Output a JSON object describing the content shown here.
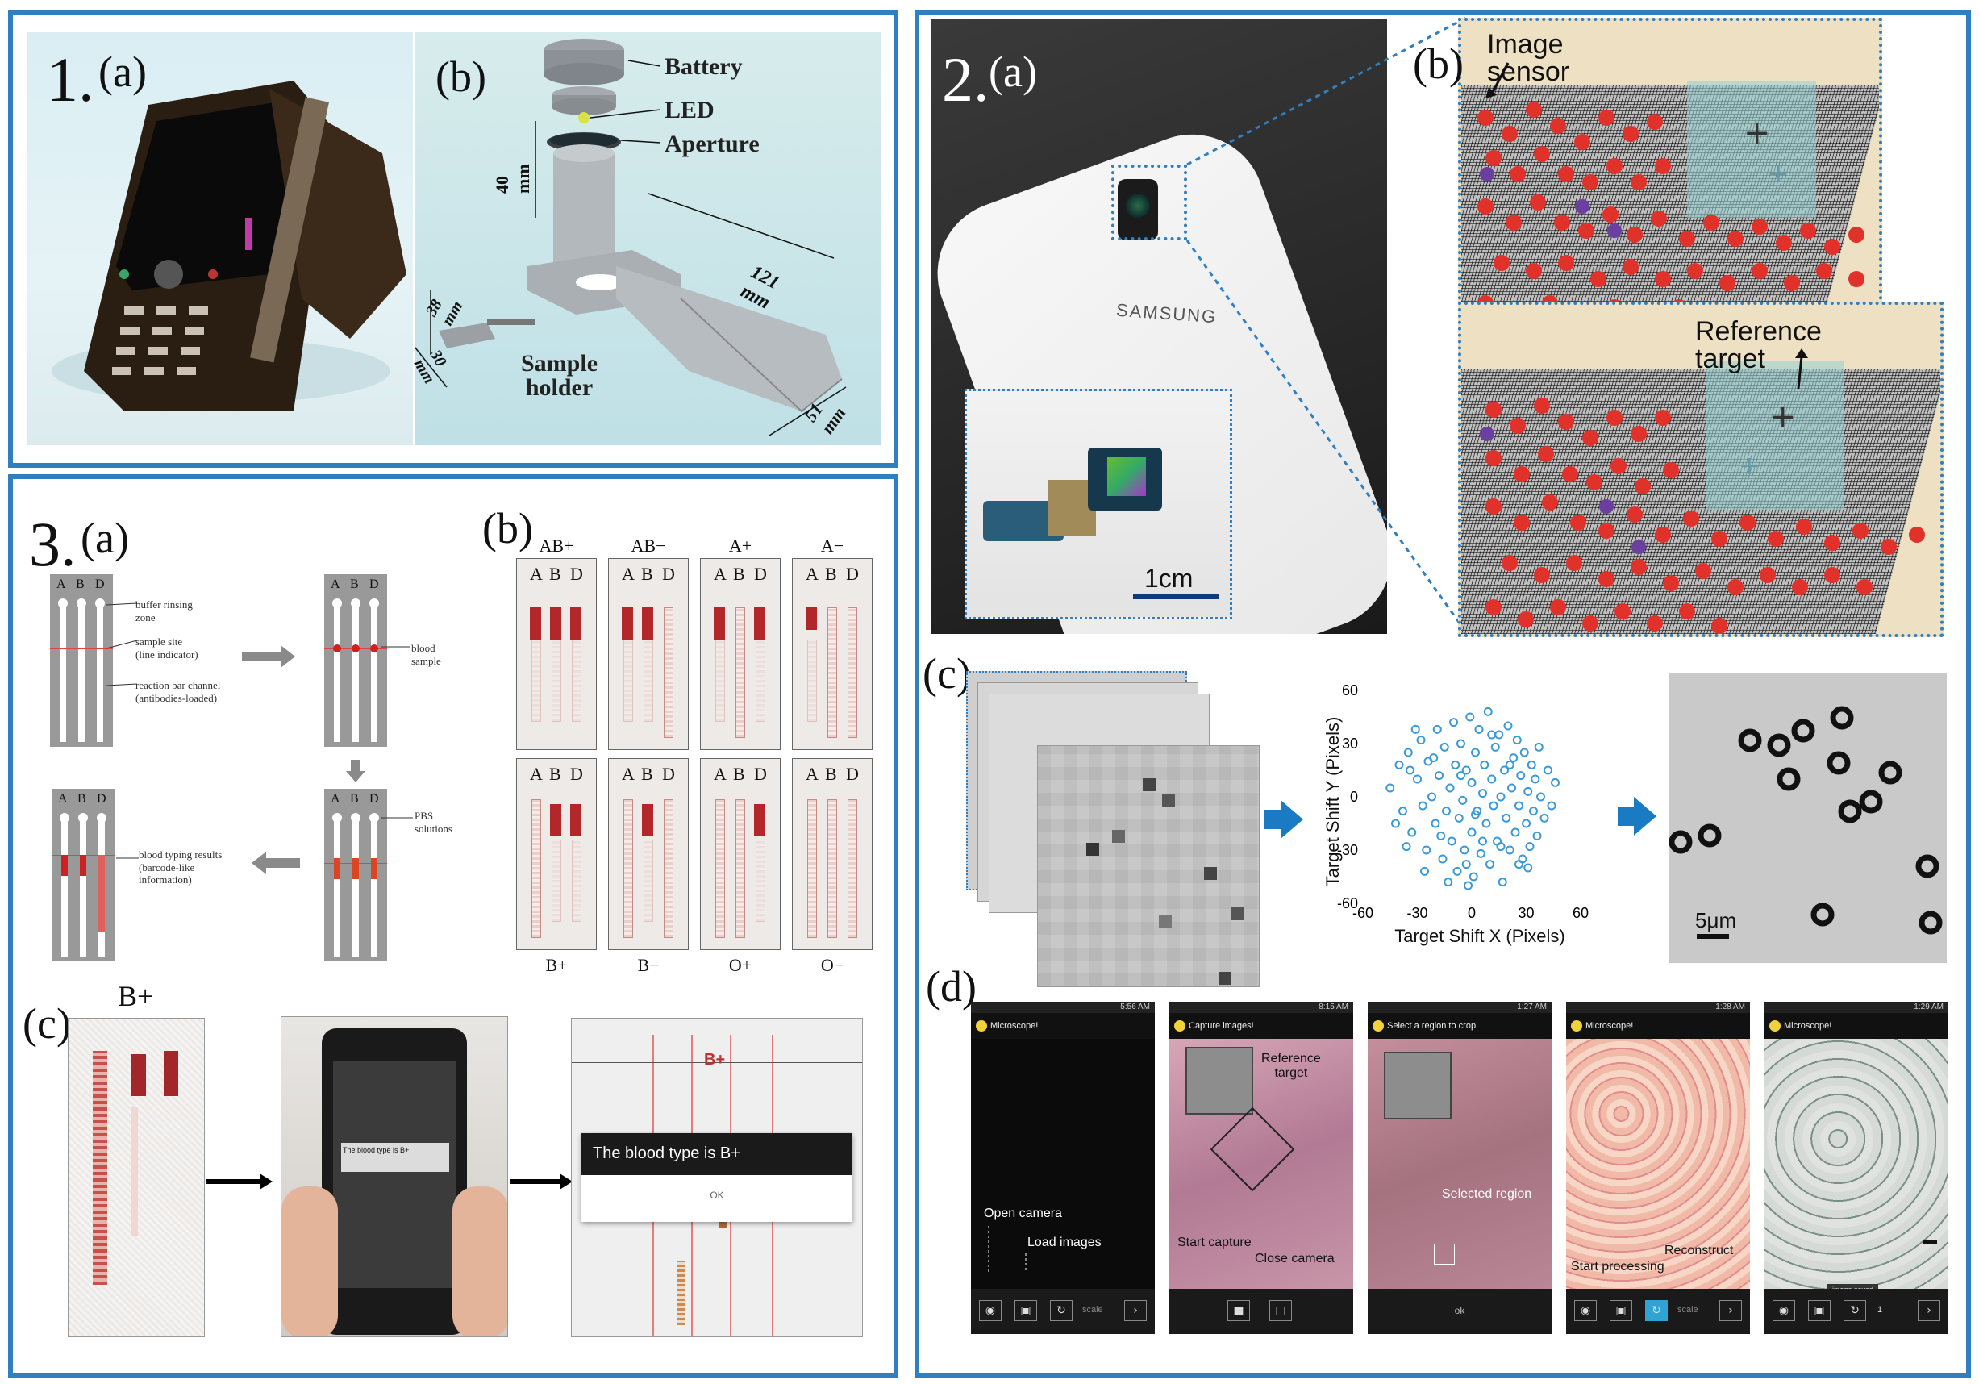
{
  "panel1": {
    "number": "1.",
    "a": "(a)",
    "b": "(b)",
    "labels": {
      "battery": "Battery",
      "led": "LED",
      "aperture": "Aperture",
      "sample_holder": "Sample\nholder"
    },
    "dims": {
      "h40": "40 mm",
      "w121": "121 mm",
      "w38": "38 mm",
      "w30": "30 mm",
      "w51": "51 mm"
    }
  },
  "panel2": {
    "number": "2.",
    "a": "(a)",
    "b": "(b)",
    "c": "(c)",
    "d": "(d)",
    "brand": "SAMSUNG",
    "scale_1cm": "1cm",
    "image_sensor": "Image sensor",
    "reference_target": "Reference target",
    "scale_5um": "5μm",
    "screens": [
      {
        "time": "5:56 AM",
        "title": "Microscope!",
        "ann": [
          "Open camera",
          "Load images"
        ],
        "scale": "scale"
      },
      {
        "time": "8:15 AM",
        "title": "Capture images!",
        "ann": [
          "Reference\ntarget",
          "Start capture",
          "Close camera"
        ]
      },
      {
        "time": "1:27 AM",
        "title": "Select a region to crop",
        "ann": [
          "Selected region"
        ],
        "ok": "ok"
      },
      {
        "time": "1:28 AM",
        "title": "Microscope!",
        "ann": [
          "Start processing",
          "Reconstruct"
        ],
        "scale": "scale"
      },
      {
        "time": "1:29 AM",
        "title": "Microscope!",
        "toast": "image saved",
        "field": "1"
      }
    ]
  },
  "panel3": {
    "number": "3.",
    "a": "(a)",
    "b": "(b)",
    "c": "(c)",
    "lanes": [
      "A",
      "B",
      "D"
    ],
    "notes": {
      "buffer": "buffer rinsing\nzone",
      "sample_site": "sample site\n(line indicator)",
      "reaction": "reaction bar channel\n(antibodies-loaded)",
      "blood_sample": "blood sample",
      "pbs": "PBS solutions",
      "results": "blood typing results\n(barcode-like\ninformation)"
    },
    "top_types": [
      "AB+",
      "AB−",
      "A+",
      "A−"
    ],
    "bottom_types": [
      "B+",
      "B−",
      "O+",
      "O−"
    ],
    "c_title": "B+",
    "phone_msg": "The blood type is B+",
    "dialog_msg": "The blood type is B+",
    "dialog_ok": "OK",
    "paper_label": "B+"
  },
  "chart_data": {
    "type": "scatter",
    "xlabel": "Target Shift X (Pixels)",
    "ylabel": "Target Shift Y (Pixels)",
    "xlim": [
      -60,
      60
    ],
    "ylim": [
      -60,
      60
    ],
    "xticks": [
      "-60",
      "-30",
      "0",
      "30",
      "60"
    ],
    "yticks": [
      "60",
      "30",
      "0",
      "-30",
      "-60"
    ],
    "marker_color": "#3a9ad9",
    "points": [
      [
        -45,
        5
      ],
      [
        -40,
        18
      ],
      [
        -38,
        -8
      ],
      [
        -35,
        25
      ],
      [
        -33,
        -20
      ],
      [
        -30,
        10
      ],
      [
        -28,
        32
      ],
      [
        -27,
        -5
      ],
      [
        -25,
        -30
      ],
      [
        -24,
        20
      ],
      [
        -22,
        0
      ],
      [
        -20,
        -15
      ],
      [
        -19,
        38
      ],
      [
        -18,
        12
      ],
      [
        -16,
        -35
      ],
      [
        -15,
        28
      ],
      [
        -14,
        -8
      ],
      [
        -12,
        5
      ],
      [
        -11,
        -25
      ],
      [
        -10,
        42
      ],
      [
        -9,
        18
      ],
      [
        -8,
        -42
      ],
      [
        -7,
        -12
      ],
      [
        -6,
        30
      ],
      [
        -5,
        -2
      ],
      [
        -4,
        -30
      ],
      [
        -3,
        15
      ],
      [
        -2,
        -50
      ],
      [
        -1,
        45
      ],
      [
        0,
        -20
      ],
      [
        0,
        8
      ],
      [
        1,
        -45
      ],
      [
        2,
        25
      ],
      [
        3,
        -8
      ],
      [
        4,
        38
      ],
      [
        5,
        -32
      ],
      [
        6,
        2
      ],
      [
        7,
        18
      ],
      [
        8,
        -15
      ],
      [
        9,
        48
      ],
      [
        10,
        -38
      ],
      [
        11,
        10
      ],
      [
        12,
        -5
      ],
      [
        13,
        28
      ],
      [
        14,
        -25
      ],
      [
        15,
        35
      ],
      [
        16,
        0
      ],
      [
        17,
        -48
      ],
      [
        18,
        15
      ],
      [
        19,
        -12
      ],
      [
        20,
        40
      ],
      [
        21,
        -30
      ],
      [
        22,
        5
      ],
      [
        23,
        22
      ],
      [
        24,
        -20
      ],
      [
        25,
        32
      ],
      [
        26,
        -5
      ],
      [
        27,
        12
      ],
      [
        28,
        -35
      ],
      [
        29,
        25
      ],
      [
        30,
        -15
      ],
      [
        31,
        3
      ],
      [
        32,
        -28
      ],
      [
        33,
        18
      ],
      [
        34,
        -8
      ],
      [
        35,
        10
      ],
      [
        36,
        -22
      ],
      [
        37,
        28
      ],
      [
        38,
        0
      ],
      [
        40,
        -12
      ],
      [
        42,
        15
      ],
      [
        44,
        -5
      ],
      [
        46,
        8
      ],
      [
        -42,
        -15
      ],
      [
        -36,
        -28
      ],
      [
        -31,
        38
      ],
      [
        -26,
        -42
      ],
      [
        -21,
        22
      ],
      [
        -17,
        -22
      ],
      [
        -13,
        -48
      ],
      [
        -6,
        12
      ],
      [
        -3,
        -38
      ],
      [
        2,
        -10
      ],
      [
        6,
        -25
      ],
      [
        11,
        35
      ],
      [
        16,
        -28
      ],
      [
        21,
        18
      ],
      [
        26,
        -38
      ],
      [
        31,
        -40
      ],
      [
        -34,
        15
      ]
    ]
  }
}
